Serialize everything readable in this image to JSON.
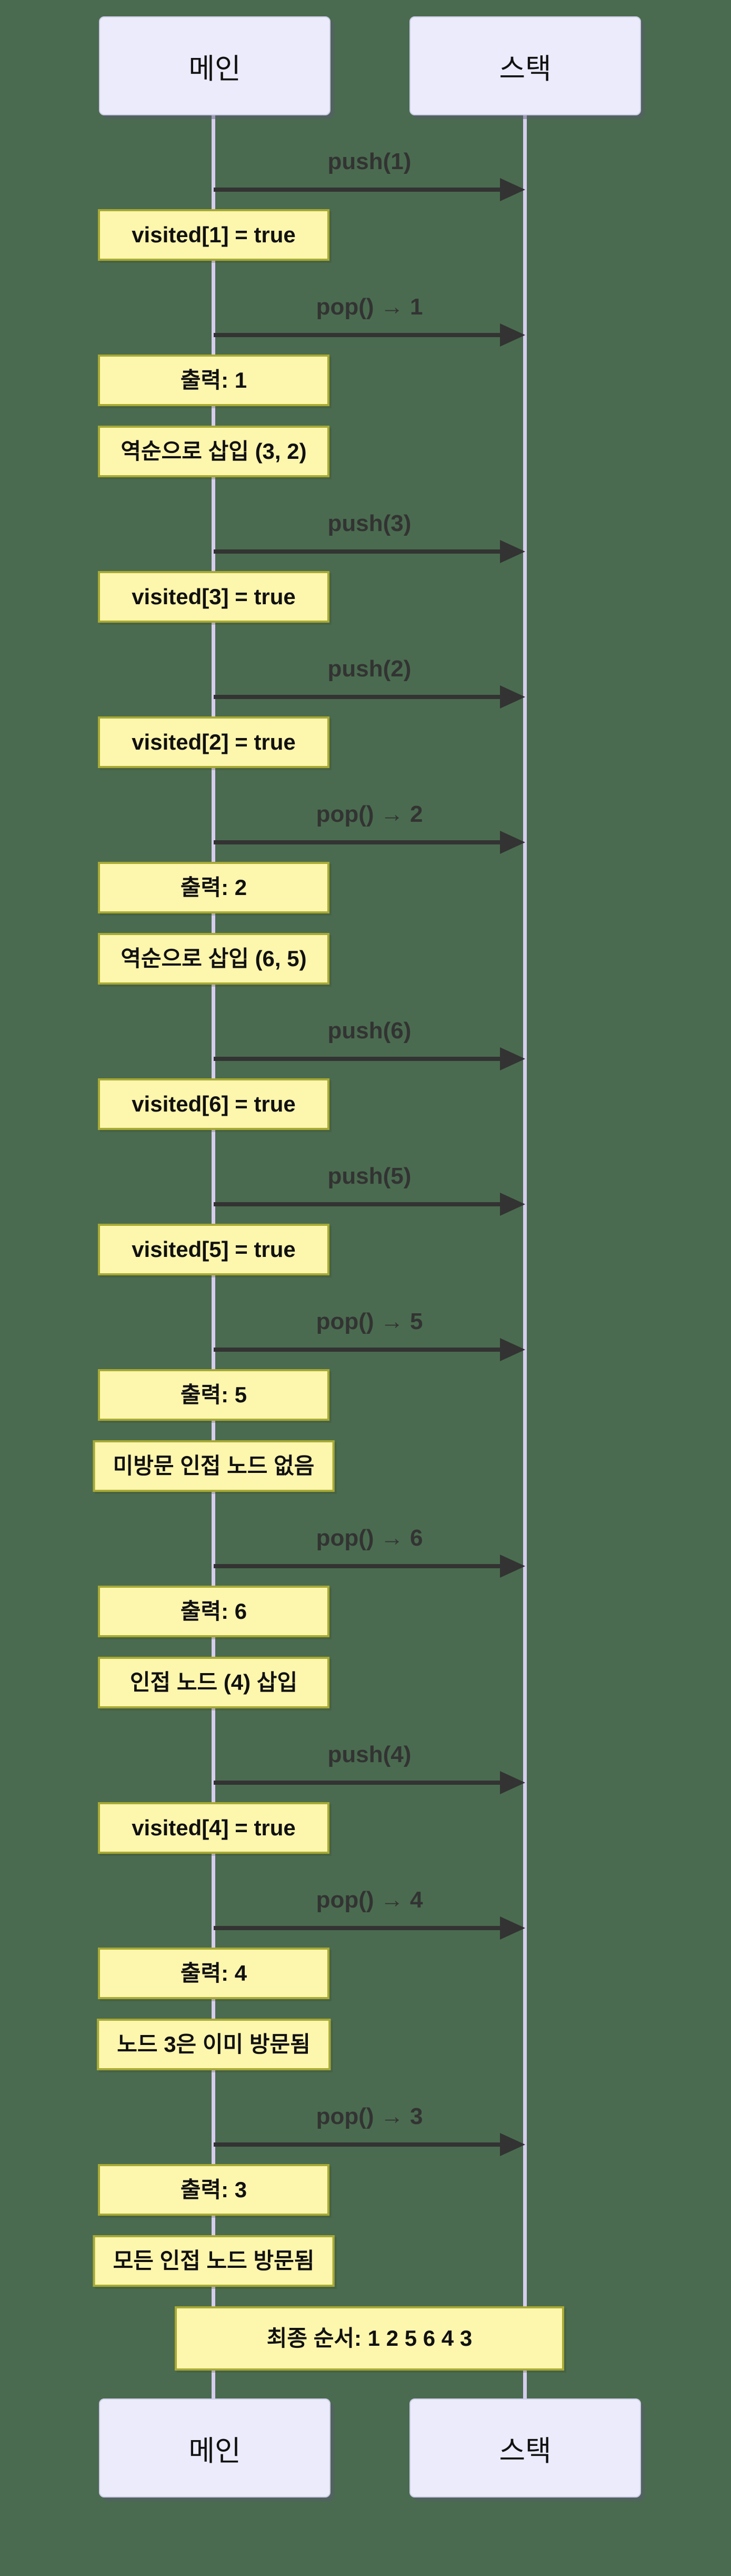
{
  "colors": {
    "background": "#4a6b4f",
    "actor_fill": "#ebebfc",
    "actor_border": "#cccce6",
    "lifeline": "#d6cdee",
    "note_fill": "#fdf6ad",
    "note_border": "#a8aa33",
    "arrow": "#333333",
    "message_text": "#333333"
  },
  "actors": [
    {
      "label": "메인"
    },
    {
      "label": "스택"
    }
  ],
  "events": [
    {
      "type": "message",
      "text": "push(1)"
    },
    {
      "type": "note",
      "text": "visited[1] = true"
    },
    {
      "type": "message",
      "text": "pop() → 1"
    },
    {
      "type": "note",
      "text": "출력: 1"
    },
    {
      "type": "note",
      "text": "역순으로 삽입 (3, 2)"
    },
    {
      "type": "message",
      "text": "push(3)"
    },
    {
      "type": "note",
      "text": "visited[3] = true"
    },
    {
      "type": "message",
      "text": "push(2)"
    },
    {
      "type": "note",
      "text": "visited[2] = true"
    },
    {
      "type": "message",
      "text": "pop() → 2"
    },
    {
      "type": "note",
      "text": "출력: 2"
    },
    {
      "type": "note",
      "text": "역순으로 삽입 (6, 5)"
    },
    {
      "type": "message",
      "text": "push(6)"
    },
    {
      "type": "note",
      "text": "visited[6] = true"
    },
    {
      "type": "message",
      "text": "push(5)"
    },
    {
      "type": "note",
      "text": "visited[5] = true"
    },
    {
      "type": "message",
      "text": "pop() → 5"
    },
    {
      "type": "note",
      "text": "출력: 5"
    },
    {
      "type": "note",
      "text": "미방문 인접 노드 없음"
    },
    {
      "type": "message",
      "text": "pop() → 6"
    },
    {
      "type": "note",
      "text": "출력: 6"
    },
    {
      "type": "note",
      "text": "인접 노드 (4) 삽입"
    },
    {
      "type": "message",
      "text": "push(4)"
    },
    {
      "type": "note",
      "text": "visited[4] = true"
    },
    {
      "type": "message",
      "text": "pop() → 4"
    },
    {
      "type": "note",
      "text": "출력: 4"
    },
    {
      "type": "note",
      "text": "노드 3은 이미 방문됨"
    },
    {
      "type": "message",
      "text": "pop() → 3"
    },
    {
      "type": "note",
      "text": "출력: 3"
    },
    {
      "type": "note",
      "text": "모든 인접 노드 방문됨"
    },
    {
      "type": "note_span",
      "text": "최종 순서: 1 2 5 6 4 3"
    }
  ]
}
